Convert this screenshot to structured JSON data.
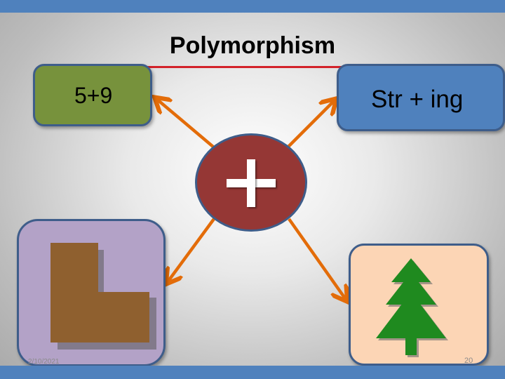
{
  "slide": {
    "title": "Polymorphism",
    "operator_label": "+",
    "footer_date": "2/10/2021",
    "page_number": "20"
  },
  "nodes": {
    "int_example": "5+9",
    "string_example": "Str + ing"
  },
  "colors": {
    "theme_bar": "#4f81bd",
    "title_rule": "#d3222a",
    "int_box": "#77923c",
    "string_box": "#4f81bd",
    "shape_box": "#b3a2c7",
    "tree_box": "#fcd5b5",
    "operator_circle": "#953735",
    "arrow": "#e36c09",
    "shape_fill": "#8f602f",
    "tree_fill": "#1f8a1f"
  },
  "icons": [
    "plus-icon",
    "l-shape-icon",
    "tree-icon"
  ]
}
